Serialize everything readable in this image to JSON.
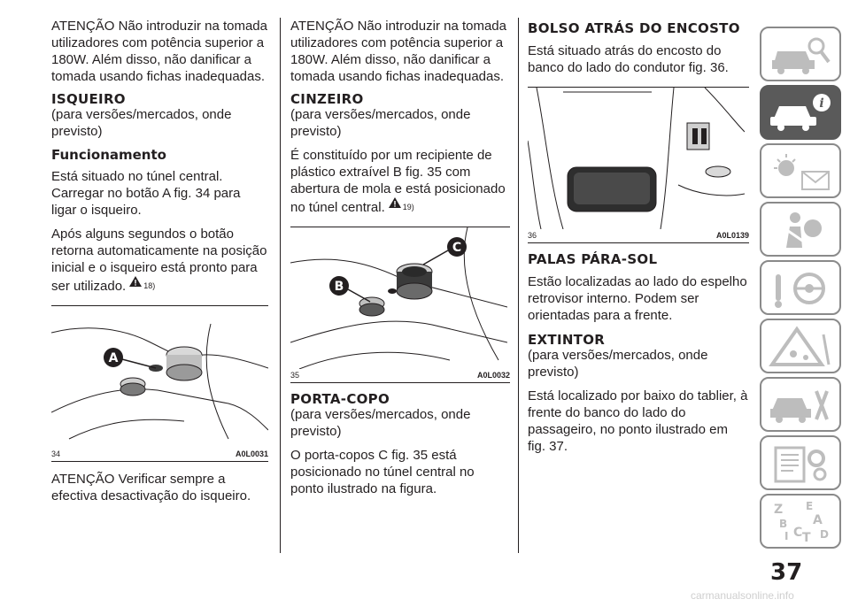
{
  "col1": {
    "p1": "ATENÇÃO Não introduzir na tomada utilizadores com potência superior a 180W. Além disso, não danificar a tomada usando fichas inadequadas.",
    "h_isqueiro": "ISQUEIRO",
    "isqueiro_sub": "(para versões/mercados, onde previsto)",
    "h_func": "Funcionamento",
    "p2": "Está situado no túnel central. Carregar no botão A fig. 34 para ligar o isqueiro.",
    "p3": "Após alguns segundos o botão retorna automaticamente na posição inicial e o isqueiro está pronto para ser utilizado.",
    "p3_ref": "18)",
    "fig": {
      "num": "34",
      "code": "A0L0031",
      "label_a": "A"
    },
    "p4": "ATENÇÃO Verificar sempre a efectiva desactivação do isqueiro."
  },
  "col2": {
    "p1": "ATENÇÃO Não introduzir na tomada utilizadores com potência superior a 180W. Além disso, não danificar a tomada usando fichas inadequadas.",
    "h_cinzeiro": "CINZEIRO",
    "cinzeiro_sub": "(para versões/mercados, onde previsto)",
    "p2": "É constituído por um recipiente de plástico extraível B fig. 35 com abertura de mola e está posicionado no túnel central.",
    "p2_ref": "19)",
    "fig": {
      "num": "35",
      "code": "A0L0032",
      "label_b": "B",
      "label_c": "C"
    },
    "h_porta": "PORTA-COPO",
    "porta_sub": "(para versões/mercados, onde previsto)",
    "p3": "O porta-copos C fig. 35 está posicionado no túnel central no ponto ilustrado na figura."
  },
  "col3": {
    "h_bolso": "BOLSO ATRÁS DO ENCOSTO",
    "p1": "Está situado atrás do encosto do banco do lado do condutor fig. 36.",
    "fig": {
      "num": "36",
      "code": "A0L0139"
    },
    "h_palas": "PALAS PÁRA-SOL",
    "p2": "Estão localizadas ao lado do espelho retrovisor interno. Podem ser orientadas para a frente.",
    "h_extintor": "EXTINTOR",
    "extintor_sub": "(para versões/mercados, onde previsto)",
    "p3": "Está localizado por baixo do tablier, à frente do banco do lado do passageiro, no ponto ilustrado em fig. 37."
  },
  "sidebar": {
    "tabs": [
      {
        "icon": "car-search-icon",
        "active": false
      },
      {
        "icon": "car-info-icon",
        "active": true
      },
      {
        "icon": "warning-lights-icon",
        "active": false
      },
      {
        "icon": "airbag-safety-icon",
        "active": false
      },
      {
        "icon": "steering-wheel-icon",
        "active": false
      },
      {
        "icon": "road-emergency-icon",
        "active": false
      },
      {
        "icon": "car-maintenance-icon",
        "active": false
      },
      {
        "icon": "specifications-icon",
        "active": false
      },
      {
        "icon": "alphabetical-index-icon",
        "active": false
      }
    ],
    "index_letters": [
      "Z",
      "E",
      "A",
      "B",
      "I",
      "C",
      "T",
      "D"
    ]
  },
  "page_number": "37",
  "footer": "carmanualsonline.info"
}
